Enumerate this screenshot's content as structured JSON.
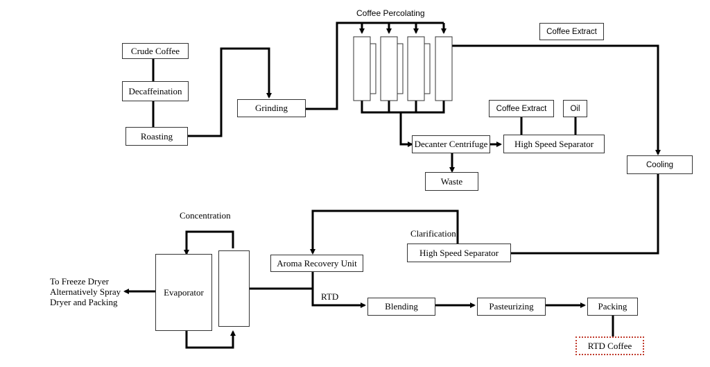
{
  "nodes": {
    "crude_coffee": "Crude Coffee",
    "decaffeination": "Decaffeination",
    "roasting": "Roasting",
    "grinding": "Grinding",
    "coffee_percolating": "Coffee Percolating",
    "coffee_extract_top": "Coffee Extract",
    "coffee_extract_mid": "Coffee Extract",
    "oil": "Oil",
    "decanter_centrifuge": "Decanter Centrifuge",
    "high_speed_separator_top": "High Speed Separator",
    "waste": "Waste",
    "cooling": "Cooling",
    "concentration": "Concentration",
    "clarification": "Clarification",
    "high_speed_separator_bottom": "High Speed Separator",
    "aroma_recovery_unit": "Aroma Recovery Unit",
    "evaporator": "Evaporator",
    "to_freeze_dryer": [
      "To Freeze Dryer",
      "Alternatively Spray",
      "Dryer and Packing"
    ],
    "rtd": "RTD",
    "blending": "Blending",
    "pasteurizing": "Pasteurizing",
    "packing": "Packing",
    "rtd_coffee": "RTD Coffee"
  },
  "colors": {
    "line": "#000000",
    "box_border": "#333333",
    "highlight_border": "#c0392b"
  }
}
